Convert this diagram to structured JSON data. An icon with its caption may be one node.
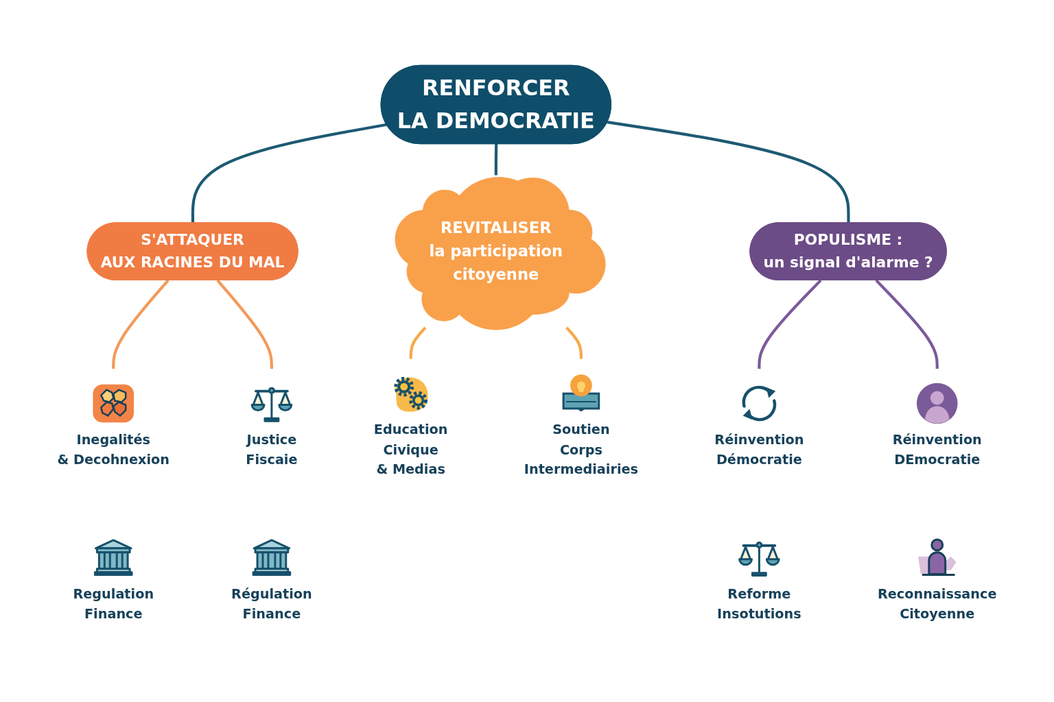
{
  "diagram": {
    "nodes": [
      {
        "text": [
          "RENFORCER LA DEMOCRATIE"
        ]
      },
      {
        "text": [
          "S'ATTAQUER AUX RACINES DU MAL"
        ]
      },
      {
        "text": [
          "REVITALISER la participation citoyenne"
        ]
      },
      {
        "text": [
          "POPULISME : un signal d'alarme ?"
        ]
      },
      {
        "text": [
          "Inegalités & Decohnexion"
        ]
      },
      {
        "text": [
          "Justice Fiscaie"
        ]
      },
      {
        "text": [
          "Education Civique & Medias"
        ]
      },
      {
        "text": [
          "Soutien Corps Intermediairies"
        ]
      },
      {
        "text": [
          "Réinvention Démocratie"
        ]
      },
      {
        "text": [
          "Réinvention DEmocratie"
        ]
      },
      {
        "text": [
          "Regulation Finance"
        ]
      },
      {
        "text": [
          "Régulation Finance"
        ]
      },
      {
        "text": [
          "Reforme Insotutions"
        ]
      },
      {
        "text": [
          "Reconnaissance Citoyenne"
        ]
      }
    ],
    "edges": [
      {
        "from": 0,
        "to": 1,
        "arrow": "none"
      },
      {
        "from": 0,
        "to": 2,
        "arrow": "none"
      },
      {
        "from": 0,
        "to": 3,
        "arrow": "none"
      },
      {
        "from": 1,
        "to": 4,
        "arrow": "none",
        "color": "#f39a5a"
      },
      {
        "from": 1,
        "to": 5,
        "arrow": "none",
        "color": "#f39a5a"
      },
      {
        "from": 2,
        "to": 6,
        "arrow": "none",
        "color": "#f8a84a"
      },
      {
        "from": 2,
        "to": 7,
        "arrow": "none",
        "color": "#f8a84a"
      },
      {
        "from": 3,
        "to": 8,
        "arrow": "none",
        "color": "#7b5a9b"
      },
      {
        "from": 3,
        "to": 9,
        "arrow": "none",
        "color": "#7b5a9b"
      }
    ]
  }
}
